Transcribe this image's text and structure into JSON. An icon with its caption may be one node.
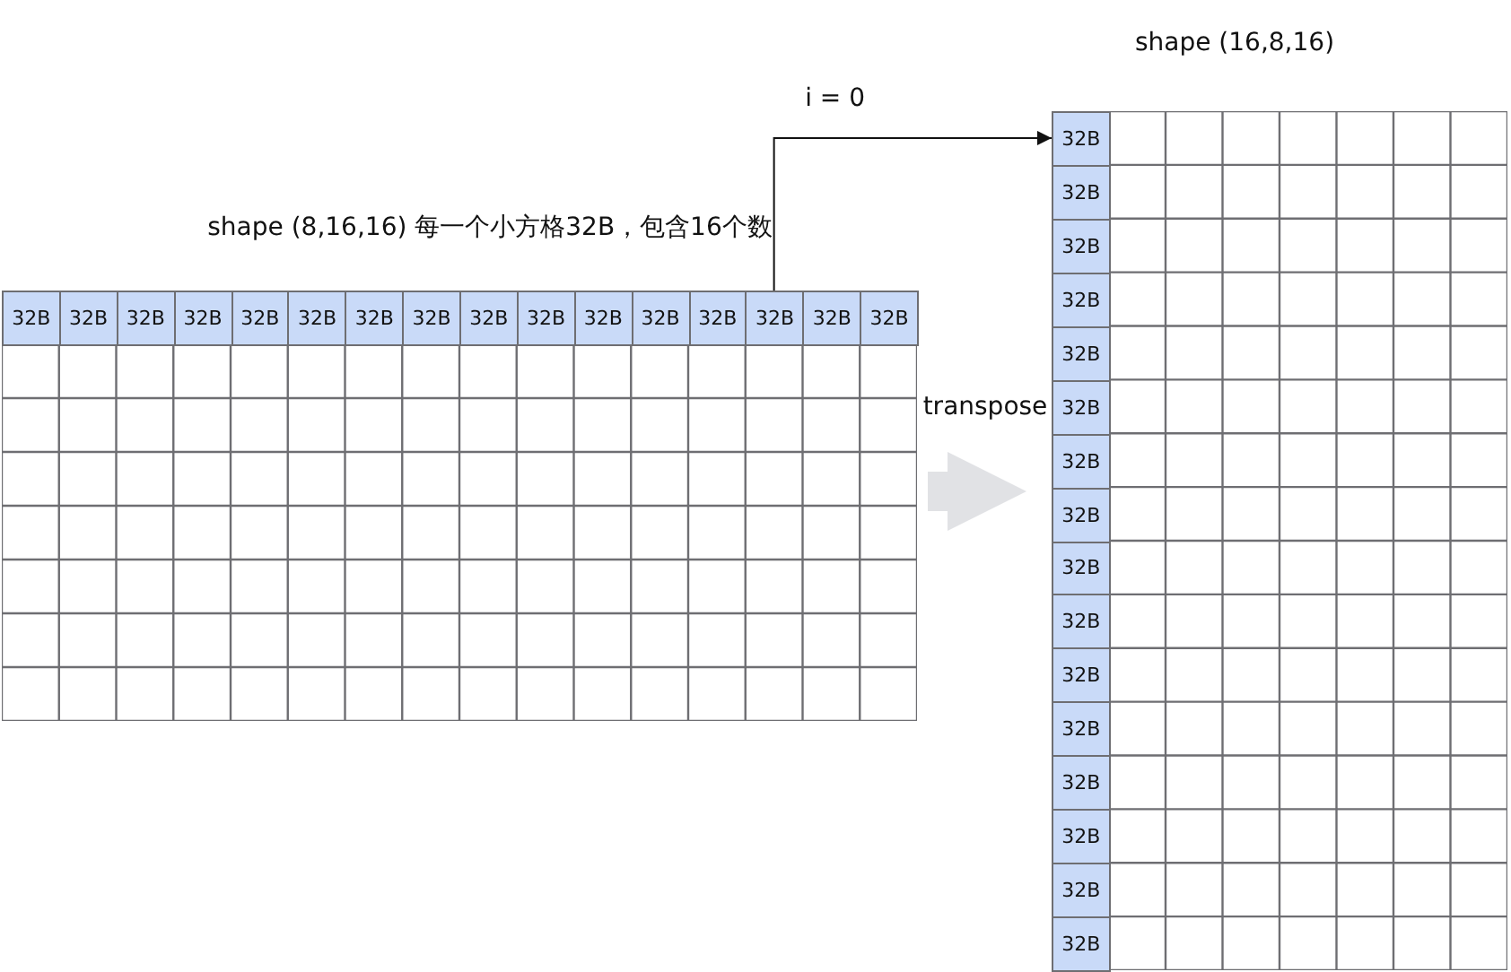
{
  "diagram": {
    "nodes": [
      {
        "text": [
          "shape (8,16,16) 每一个小方格32B，包含16个数"
        ]
      },
      {
        "text": [
          "32B"
        ],
        "in": 0
      },
      {
        "text": [
          "32B"
        ],
        "in": 0
      },
      {
        "text": [
          "32B"
        ],
        "in": 0
      },
      {
        "text": [
          "32B"
        ],
        "in": 0
      },
      {
        "text": [
          "32B"
        ],
        "in": 0
      },
      {
        "text": [
          "32B"
        ],
        "in": 0
      },
      {
        "text": [
          "32B"
        ],
        "in": 0
      },
      {
        "text": [
          "32B"
        ],
        "in": 0
      },
      {
        "text": [
          "32B"
        ],
        "in": 0
      },
      {
        "text": [
          "32B"
        ],
        "in": 0
      },
      {
        "text": [
          "32B"
        ],
        "in": 0
      },
      {
        "text": [
          "32B"
        ],
        "in": 0
      },
      {
        "text": [
          "32B"
        ],
        "in": 0
      },
      {
        "text": [
          "32B"
        ],
        "in": 0
      },
      {
        "text": [
          "32B"
        ],
        "in": 0
      },
      {
        "text": [
          "32B"
        ],
        "in": 0
      },
      {
        "text": [
          "shape (16,8,16)"
        ]
      },
      {
        "text": [
          "32B"
        ],
        "in": 17
      },
      {
        "text": [
          "32B"
        ],
        "in": 17
      },
      {
        "text": [
          "32B"
        ],
        "in": 17
      },
      {
        "text": [
          "32B"
        ],
        "in": 17
      },
      {
        "text": [
          "32B"
        ],
        "in": 17
      },
      {
        "text": [
          "32B"
        ],
        "in": 17
      },
      {
        "text": [
          "32B"
        ],
        "in": 17
      },
      {
        "text": [
          "32B"
        ],
        "in": 17
      },
      {
        "text": [
          "32B"
        ],
        "in": 17
      },
      {
        "text": [
          "32B"
        ],
        "in": 17
      },
      {
        "text": [
          "32B"
        ],
        "in": 17
      },
      {
        "text": [
          "32B"
        ],
        "in": 17
      },
      {
        "text": [
          "32B"
        ],
        "in": 17
      },
      {
        "text": [
          "32B"
        ],
        "in": 17
      },
      {
        "text": [
          "32B"
        ],
        "in": 17
      },
      {
        "text": [
          "32B"
        ],
        "in": 17
      }
    ],
    "edges": [
      {
        "from": 14,
        "to": 18,
        "arrow": "to",
        "label": "i = 0"
      },
      {
        "from": 0,
        "to": 17,
        "arrow": "to",
        "label": "transpose",
        "style": "thick",
        "color": "#e1e2e5"
      }
    ]
  }
}
